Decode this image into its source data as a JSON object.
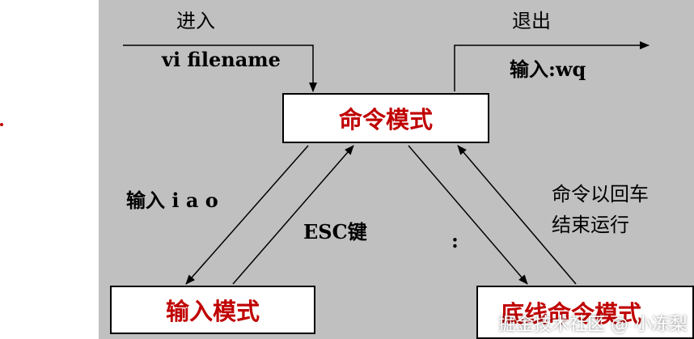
{
  "labels": {
    "enter": "进入",
    "vi_filename": "vi filename",
    "exit": "退出",
    "input_wq": "输入:wq",
    "input_iao": "输入 i a o",
    "esc_key": "ESC键",
    "colon": ":",
    "cmd_end_line1": "命令以回车",
    "cmd_end_line2": "结束运行"
  },
  "boxes": {
    "command_mode": "命令模式",
    "insert_mode": "输入模式",
    "last_line_mode": "底线命令模式"
  },
  "watermark": "掘金技术社区 @ 小冻梨",
  "colors": {
    "panel_background": "#c0c0c0",
    "box_text": "#c00000",
    "stroke": "#000000"
  }
}
